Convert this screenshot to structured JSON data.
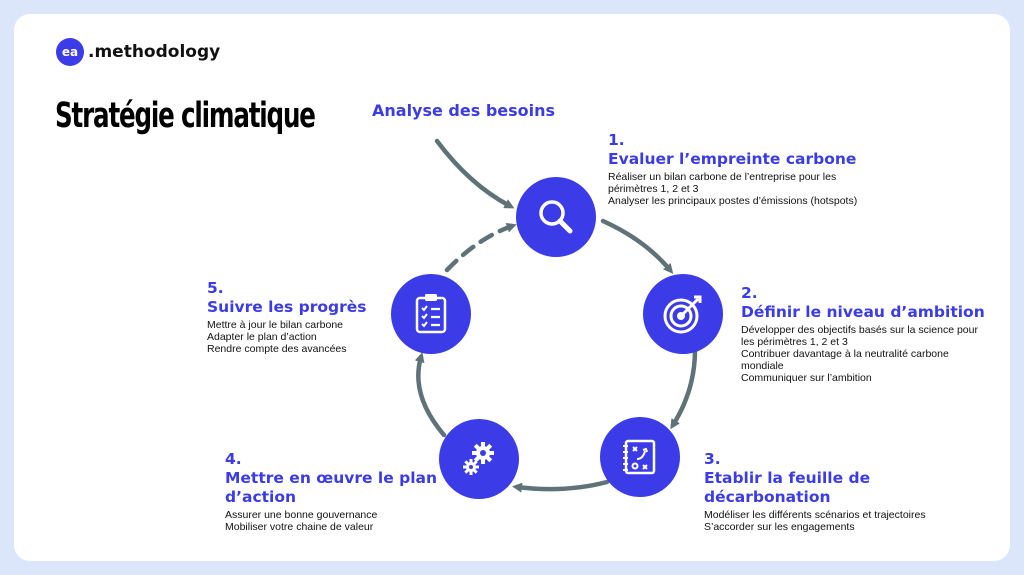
{
  "logo": {
    "badge": "ea",
    "name": ".methodology"
  },
  "title": "Stratégie climatique",
  "need_label": "Analyse des besoins",
  "steps": [
    {
      "num": "1.",
      "title": "Evaluer l’empreinte carbone",
      "icon": "magnifier-icon",
      "lines": [
        "Réaliser un bilan carbone de l’entreprise pour les",
        "périmètres 1, 2 et 3",
        "Analyser les principaux postes d’émissions (hotspots)"
      ]
    },
    {
      "num": "2.",
      "title": "Définir le niveau d’ambition",
      "icon": "target-icon",
      "lines": [
        "Développer des objectifs basés sur la science pour",
        "les périmètres 1, 2 et 3",
        "Contribuer davantage à la neutralité carbone",
        "mondiale",
        "Communiquer sur l’ambition"
      ]
    },
    {
      "num": "3.",
      "title_lines": [
        "Etablir la feuille de",
        "décarbonation"
      ],
      "icon": "strategy-board-icon",
      "lines": [
        "Modéliser les différents scénarios et trajectoires",
        "S’accorder sur les engagements"
      ]
    },
    {
      "num": "4.",
      "title_lines": [
        "Mettre en œuvre le plan",
        "d’action"
      ],
      "icon": "gears-icon",
      "lines": [
        "Assurer une bonne gouvernance",
        "Mobiliser votre chaine de valeur"
      ]
    },
    {
      "num": "5.",
      "title": "Suivre les progrès",
      "icon": "clipboard-checklist-icon",
      "lines": [
        "Mettre à jour le bilan carbone",
        "Adapter le plan d’action",
        "Rendre compte des avancées"
      ]
    }
  ],
  "colors": {
    "accent": "#3b3be8",
    "arrow": "#5f7278",
    "background": "#dbe6fb"
  }
}
